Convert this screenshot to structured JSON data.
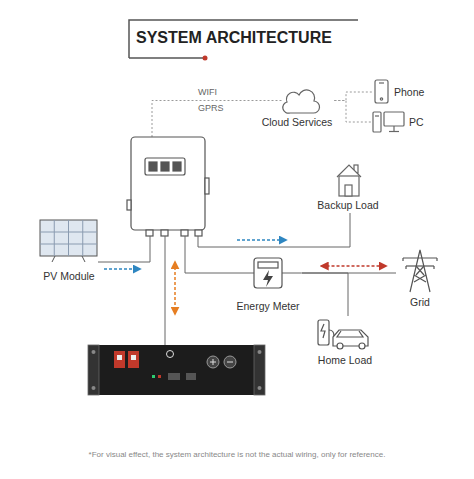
{
  "diagram": {
    "title": "SYSTEM ARCHITECTURE",
    "caption": "*For visual effect, the system architecture is not the actual wiring, only for reference.",
    "nodes": [
      {
        "text": [
          "Phone"
        ]
      },
      {
        "text": [
          "Cloud Services"
        ]
      },
      {
        "text": [
          "PC"
        ]
      },
      {
        "text": [
          "Backup Load"
        ]
      },
      {
        "text": [
          "PV Module"
        ]
      },
      {
        "text": [
          "Energy Meter"
        ]
      },
      {
        "text": [
          "Grid"
        ]
      },
      {
        "text": [
          "Home Load"
        ]
      }
    ],
    "edges": [
      {
        "from": 1,
        "to": 0,
        "arrow": "none"
      },
      {
        "from": 1,
        "to": 2,
        "arrow": "none"
      },
      {
        "from": 5,
        "to": 6,
        "arrow": "both"
      },
      {
        "from": 5,
        "to": 7,
        "arrow": "none"
      }
    ],
    "labels": [
      "WIFI",
      "GPRS"
    ]
  }
}
